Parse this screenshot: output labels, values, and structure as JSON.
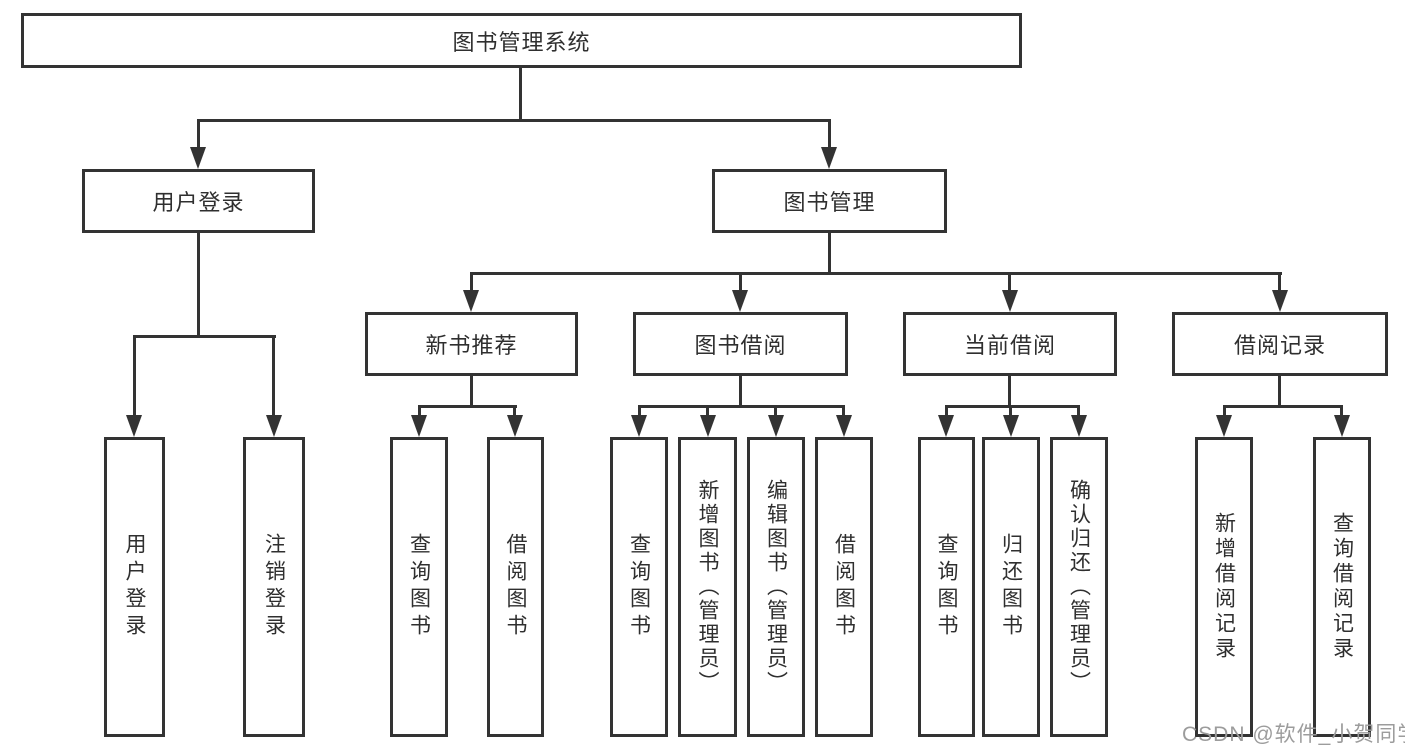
{
  "diagram": {
    "type": "hierarchy-tree",
    "root": {
      "label": "图书管理系统",
      "children": [
        {
          "label": "用户登录",
          "children": [
            {
              "label": "用户登录"
            },
            {
              "label": "注销登录"
            }
          ]
        },
        {
          "label": "图书管理",
          "children": [
            {
              "label": "新书推荐",
              "children": [
                {
                  "label": "查询图书"
                },
                {
                  "label": "借阅图书"
                }
              ]
            },
            {
              "label": "图书借阅",
              "children": [
                {
                  "label": "查询图书"
                },
                {
                  "label": "新增图书（管理员）"
                },
                {
                  "label": "编辑图书（管理员）"
                },
                {
                  "label": "借阅图书"
                }
              ]
            },
            {
              "label": "当前借阅",
              "children": [
                {
                  "label": "查询图书"
                },
                {
                  "label": "归还图书"
                },
                {
                  "label": "确认归还（管理员）"
                }
              ]
            },
            {
              "label": "借阅记录",
              "children": [
                {
                  "label": "新增借阅记录"
                },
                {
                  "label": "查询借阅记录"
                }
              ]
            }
          ]
        }
      ]
    }
  },
  "watermark": "CSDN @软件_小贺同学",
  "colors": {
    "line": "#333333",
    "box_border": "#333333",
    "text": "#2f2f2f",
    "watermark": "#9c9c9c",
    "background": "#ffffff"
  }
}
